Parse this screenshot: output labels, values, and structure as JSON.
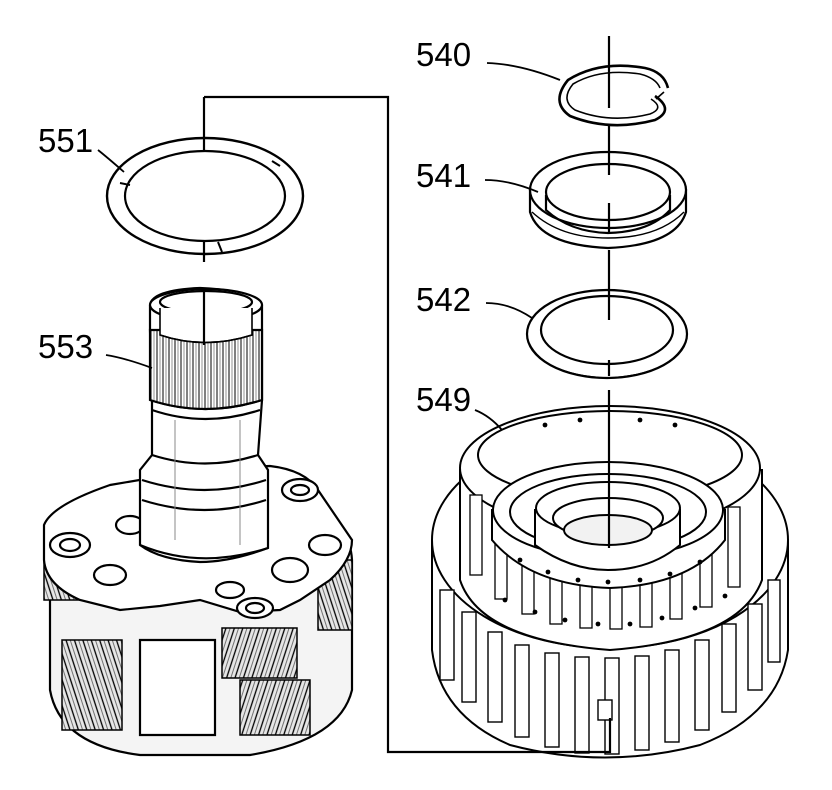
{
  "callouts": {
    "c540": "540",
    "c541": "541",
    "c542": "542",
    "c549": "549",
    "c551": "551",
    "c553": "553"
  },
  "colors": {
    "ink": "#000000",
    "paper": "#ffffff",
    "shade": "#d9d9d9",
    "dark_shade": "#9a9a9a"
  }
}
